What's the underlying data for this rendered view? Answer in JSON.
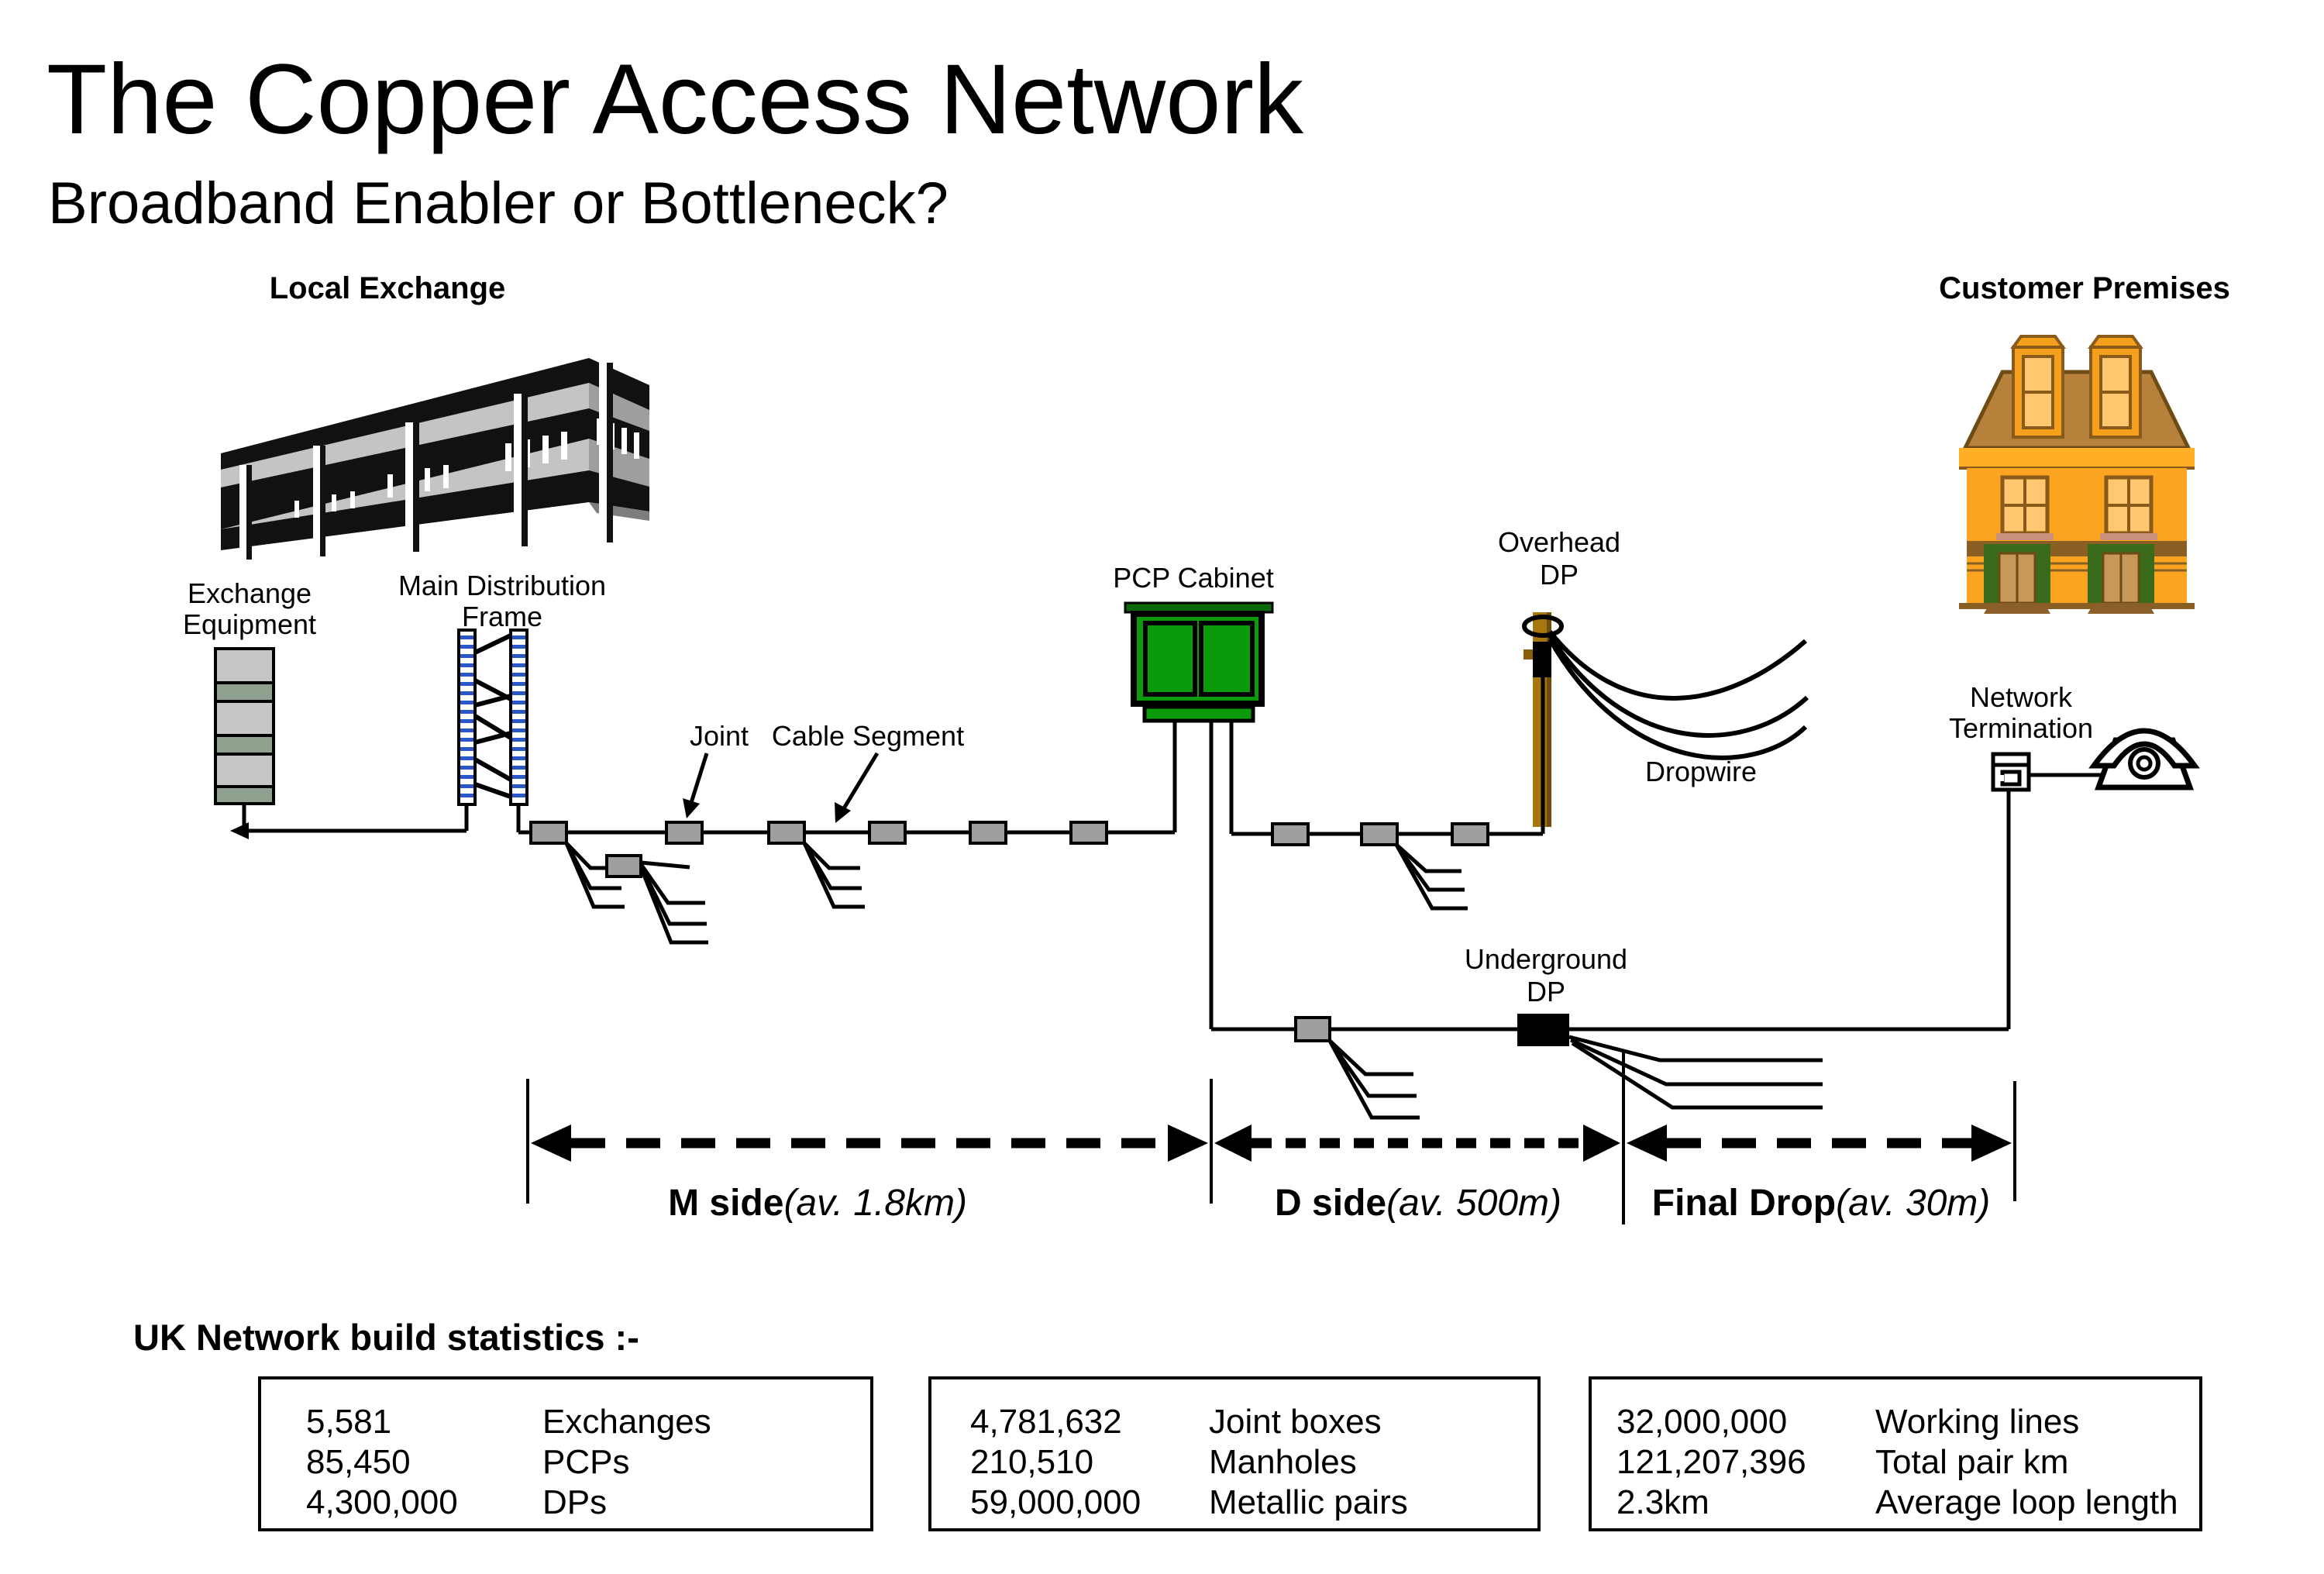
{
  "header": {
    "title": "The Copper Access Network",
    "subtitle": "Broadband Enabler or Bottleneck?",
    "accent_color": "#6B3FA2"
  },
  "sections": {
    "local_exchange": "Local Exchange",
    "customer_premises": "Customer Premises"
  },
  "labels": {
    "exchange_equipment": [
      "Exchange",
      "Equipment"
    ],
    "main_distribution_frame": [
      "Main Distribution",
      "Frame"
    ],
    "joint": "Joint",
    "cable_segment": "Cable Segment",
    "pcp_cabinet": "PCP Cabinet",
    "overhead_dp": [
      "Overhead",
      "DP"
    ],
    "dropwire": "Dropwire",
    "underground_dp": [
      "Underground",
      "DP"
    ],
    "network_termination": [
      "Network",
      "Termination"
    ]
  },
  "spans": {
    "m_side": {
      "name": "M side",
      "detail": "(av. 1.8km)"
    },
    "d_side": {
      "name": "D side",
      "detail": "(av. 500m)"
    },
    "final_drop": {
      "name": "Final Drop",
      "detail": "(av. 30m)"
    }
  },
  "stats": {
    "heading": "UK Network build statistics :-",
    "boxes": [
      {
        "rows": [
          {
            "value": "5,581",
            "label": "Exchanges"
          },
          {
            "value": "85,450",
            "label": "PCPs"
          },
          {
            "value": "4,300,000",
            "label": "DPs"
          }
        ]
      },
      {
        "rows": [
          {
            "value": "4,781,632",
            "label": "Joint boxes"
          },
          {
            "value": "210,510",
            "label": "Manholes"
          },
          {
            "value": "59,000,000",
            "label": "Metallic pairs"
          }
        ]
      },
      {
        "rows": [
          {
            "value": "32,000,000",
            "label": "Working lines"
          },
          {
            "value": "121,207,396",
            "label": "Total pair km"
          },
          {
            "value": "2.3km",
            "label": "Average loop length"
          }
        ]
      }
    ]
  },
  "colors": {
    "title_purple": "#6B3FA2",
    "cabinet_green": "#0A9A0A",
    "cabinet_green_dark": "#0A6A0A",
    "pole_brown": "#A8760F",
    "mdf_stripe_blue": "#2B58C8",
    "joint_gray": "#9E9E9E",
    "house_orange": "#FCA41F",
    "roof_brown": "#B5813B"
  }
}
